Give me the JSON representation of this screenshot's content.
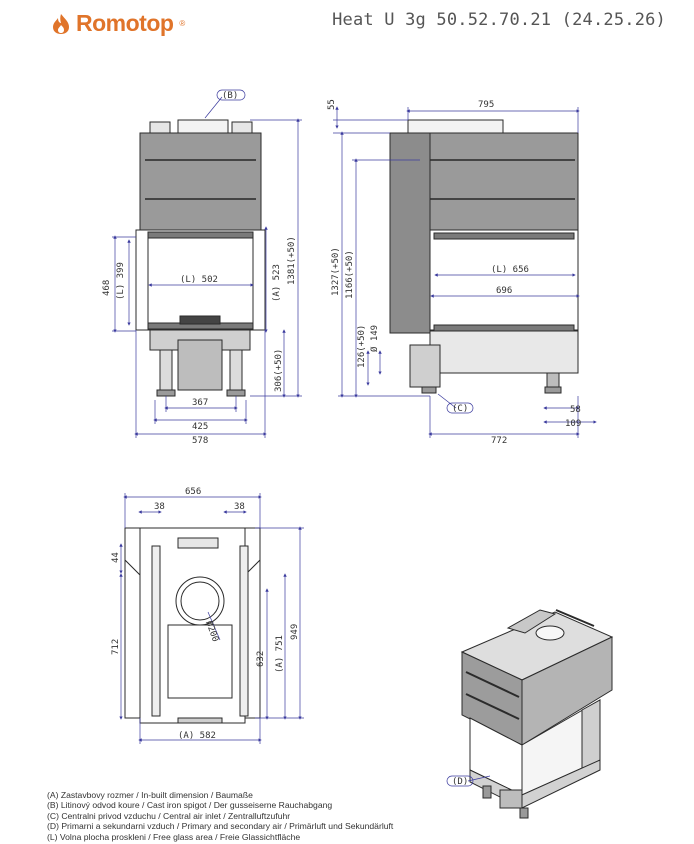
{
  "header": {
    "brand": "Romotop",
    "brand_reg": "®",
    "model": "Heat U 3g 50.52.70.21 (24.25.26)"
  },
  "front_view": {
    "callout_b": "(B)",
    "dims": {
      "d468": "468",
      "l399": "(L) 399",
      "l502": "(L) 502",
      "a523": "(A) 523",
      "h1381": "1381(+50)",
      "h306": "306(+50)",
      "w367": "367",
      "w425": "425",
      "w578": "578"
    }
  },
  "side_view": {
    "callout_c": "(C)",
    "dims": {
      "d55": "55",
      "w795": "795",
      "h1327": "1327(+50)",
      "h1166": "1166(+50)",
      "l656": "(L) 656",
      "w696": "696",
      "d149": "Ø 149",
      "h126": "126(+50)",
      "w58": "58",
      "w109": "109",
      "w772": "772"
    }
  },
  "top_view": {
    "dims": {
      "w656": "656",
      "w38a": "38",
      "w38b": "38",
      "d44": "44",
      "d712": "712",
      "d632": "632",
      "a751": "(A) 751",
      "d949": "949",
      "a582": "(A) 582",
      "d200": "Ø200"
    }
  },
  "iso_view": {
    "callout_d": "(D)"
  },
  "legend": [
    "(A)  Zastavbovy rozmer / In-built dimension / Baumaße",
    "(B)  Litinový odvod koure / Cast iron spigot / Der gusseiserne Rauchabgang",
    "(C)  Centralni privod vzduchu / Central air inlet / Zentralluftzufuhr",
    "(D)  Primarni a sekundarni vzduch / Primary and secondary air / Primärluft und  Sekundärluft",
    "(L)  Volna plocha proskleni / Free glass area / Freie Glassichtfläche"
  ],
  "colors": {
    "brand": "#e0742a",
    "dimension": "#3b3b9e",
    "outline": "#2b2b2b",
    "body": "#8c8c8c"
  }
}
